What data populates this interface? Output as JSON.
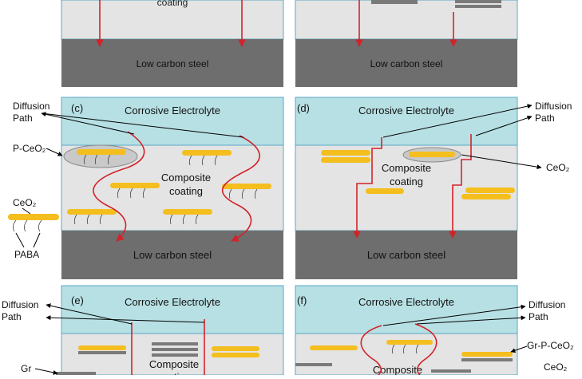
{
  "layers": {
    "electrolyte": "Corrosive Electrolyte",
    "coating": "coating",
    "composite_line1": "Composite",
    "composite_line2": "coating",
    "steel": "Low carbon steel"
  },
  "panel_letters": {
    "c": "(c)",
    "d": "(d)",
    "e": "(e)",
    "f": "(f)"
  },
  "labels": {
    "diffusion_line1": "Diffusion",
    "diffusion_line2": "Path",
    "p_ceo2": "P-CeO₂",
    "ceo2": "CeO₂",
    "paba": "PABA",
    "gr": "Gr",
    "gr_p_ceo2": "Gr-P-CeO₂"
  },
  "colors": {
    "electrolyte": "#b7e0e4",
    "coating": "#e4e4e4",
    "steel": "#6e6e6e",
    "particle": "#f4be1e",
    "graphene": "#7a7a7a",
    "path": "#d2232a"
  }
}
